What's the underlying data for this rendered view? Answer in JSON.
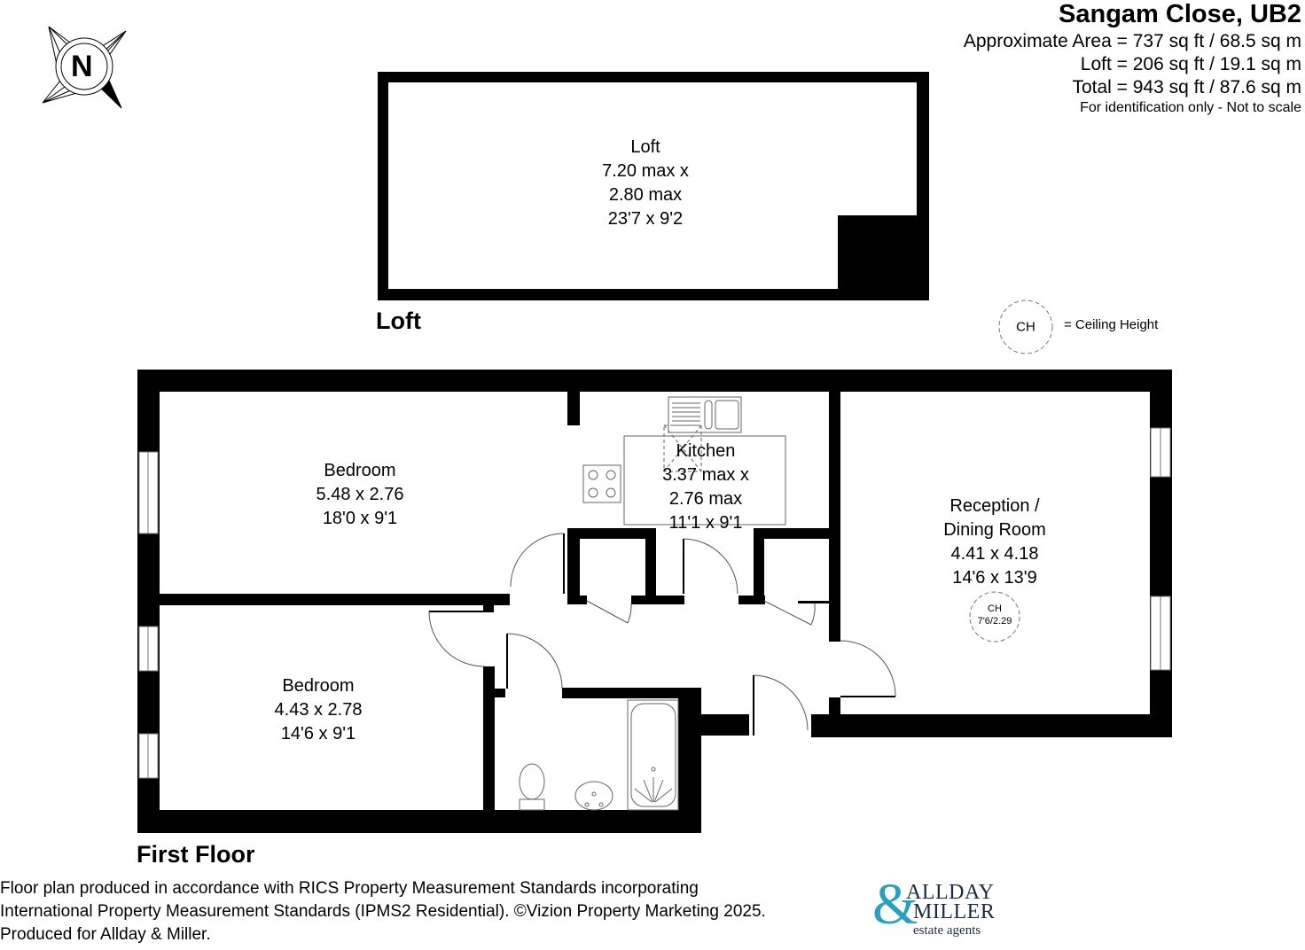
{
  "header": {
    "title": "Sangam Close, UB2",
    "approx_area": "Approximate Area = 737 sq ft / 68.5 sq m",
    "loft_area": "Loft = 206 sq ft / 19.1 sq m",
    "total_area": "Total = 943 sq ft / 87.6 sq m",
    "disclaimer": "For identification only - Not to scale"
  },
  "compass": {
    "label": "N",
    "icon": "compass-north-icon"
  },
  "legend": {
    "symbol": "CH",
    "meaning": "= Ceiling Height"
  },
  "floors": {
    "loft": {
      "label": "Loft",
      "rooms": [
        {
          "name": "Loft",
          "dim1": "7.20 max x",
          "dim2": "2.80 max",
          "imperial": "23'7 x 9'2"
        }
      ]
    },
    "first_floor": {
      "label": "First Floor",
      "rooms": [
        {
          "name": "Bedroom",
          "metric": "5.48 x 2.76",
          "imperial": "18'0 x 9'1"
        },
        {
          "name": "Kitchen",
          "dim1": "3.37 max x",
          "dim2": "2.76 max",
          "imperial": "11'1 x 9'1"
        },
        {
          "name": "Reception /",
          "name2": "Dining Room",
          "metric": "4.41 x 4.18",
          "imperial": "14'6 x 13'9",
          "ceiling_label": "CH",
          "ceiling_height": "7'6/2.29"
        },
        {
          "name": "Bedroom",
          "metric": "4.43 x 2.78",
          "imperial": "14'6 x 9'1"
        }
      ]
    }
  },
  "footer": {
    "line1": "Floor plan produced in accordance with RICS Property Measurement Standards incorporating",
    "line2": "International Property Measurement Standards (IPMS2 Residential). ©Vizion Property Marketing 2025.",
    "line3": "Produced for Allday & Miller."
  },
  "logo": {
    "amp": "&",
    "word1": "ALLDAY",
    "word2": "MILLER",
    "tagline": "estate agents",
    "accent_color": "#2a9fbf",
    "text_color": "#1b2a44"
  }
}
